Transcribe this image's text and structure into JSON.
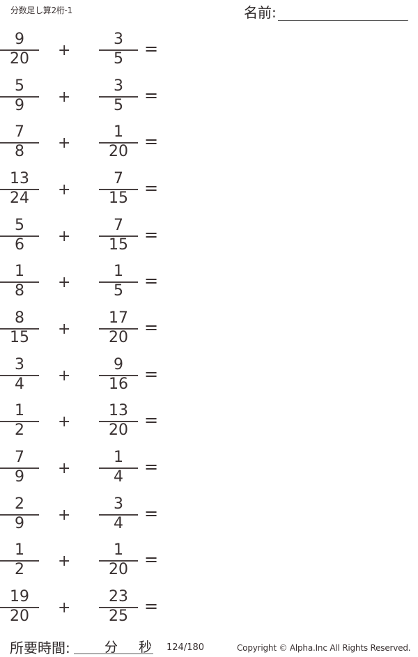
{
  "header": {
    "title": "分数足し算2桁-1",
    "name_label": "名前:"
  },
  "problems": [
    {
      "a_num": "9",
      "a_den": "20",
      "op": "+",
      "b_num": "3",
      "b_den": "5",
      "eq": "="
    },
    {
      "a_num": "5",
      "a_den": "9",
      "op": "+",
      "b_num": "3",
      "b_den": "5",
      "eq": "="
    },
    {
      "a_num": "7",
      "a_den": "8",
      "op": "+",
      "b_num": "1",
      "b_den": "20",
      "eq": "="
    },
    {
      "a_num": "13",
      "a_den": "24",
      "op": "+",
      "b_num": "7",
      "b_den": "15",
      "eq": "="
    },
    {
      "a_num": "5",
      "a_den": "6",
      "op": "+",
      "b_num": "7",
      "b_den": "15",
      "eq": "="
    },
    {
      "a_num": "1",
      "a_den": "8",
      "op": "+",
      "b_num": "1",
      "b_den": "5",
      "eq": "="
    },
    {
      "a_num": "8",
      "a_den": "15",
      "op": "+",
      "b_num": "17",
      "b_den": "20",
      "eq": "="
    },
    {
      "a_num": "3",
      "a_den": "4",
      "op": "+",
      "b_num": "9",
      "b_den": "16",
      "eq": "="
    },
    {
      "a_num": "1",
      "a_den": "2",
      "op": "+",
      "b_num": "13",
      "b_den": "20",
      "eq": "="
    },
    {
      "a_num": "7",
      "a_den": "9",
      "op": "+",
      "b_num": "1",
      "b_den": "4",
      "eq": "="
    },
    {
      "a_num": "2",
      "a_den": "9",
      "op": "+",
      "b_num": "3",
      "b_den": "4",
      "eq": "="
    },
    {
      "a_num": "1",
      "a_den": "2",
      "op": "+",
      "b_num": "1",
      "b_den": "20",
      "eq": "="
    },
    {
      "a_num": "19",
      "a_den": "20",
      "op": "+",
      "b_num": "23",
      "b_den": "25",
      "eq": "="
    }
  ],
  "footer": {
    "time_label": "所要時間:",
    "minutes_unit": "分",
    "seconds_unit": "秒",
    "page": "124/180",
    "copyright": "Copyright ©  Alpha.Inc All Rights Reserved."
  }
}
